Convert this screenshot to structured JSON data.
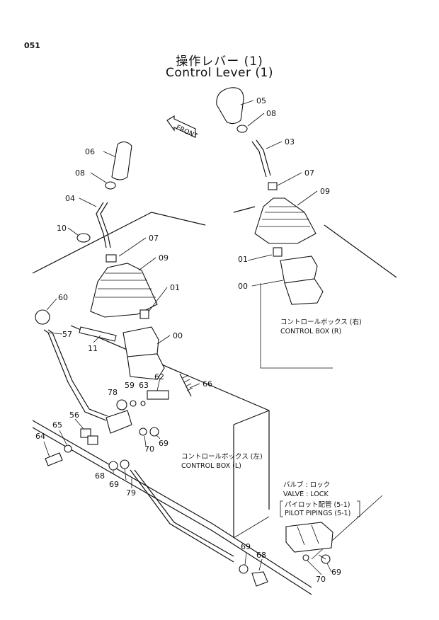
{
  "page_number": "051",
  "title_jp": "操作レバー  (1)",
  "title_en": "Control Lever (1)",
  "front_label": "FRONT",
  "notes": {
    "box_r_jp": "コントロールボックス (右)",
    "box_r_en": "CONTROL BOX (R)",
    "box_l_jp": "コントロールボックス (左)",
    "box_l_en": "CONTROL BOX (L)",
    "valve_jp": "バルブ : ロック",
    "valve_en": "VALVE : LOCK",
    "pilot_jp": "パイロット配管 (5-1)",
    "pilot_en": "PILOT PIPINGS (5-1)"
  },
  "callouts": [
    {
      "id": "r05",
      "text": "05"
    },
    {
      "id": "r08",
      "text": "08"
    },
    {
      "id": "r03",
      "text": "03"
    },
    {
      "id": "r07",
      "text": "07"
    },
    {
      "id": "r09",
      "text": "09"
    },
    {
      "id": "r01",
      "text": "01"
    },
    {
      "id": "r00",
      "text": "00"
    },
    {
      "id": "l06",
      "text": "06"
    },
    {
      "id": "l08",
      "text": "08"
    },
    {
      "id": "l04",
      "text": "04"
    },
    {
      "id": "l10",
      "text": "10"
    },
    {
      "id": "l07",
      "text": "07"
    },
    {
      "id": "l09",
      "text": "09"
    },
    {
      "id": "l01",
      "text": "01"
    },
    {
      "id": "l00",
      "text": "00"
    },
    {
      "id": "l11",
      "text": "11"
    },
    {
      "id": "c60",
      "text": "60"
    },
    {
      "id": "c57",
      "text": "57"
    },
    {
      "id": "c62",
      "text": "62"
    },
    {
      "id": "c66",
      "text": "66"
    },
    {
      "id": "c78",
      "text": "78"
    },
    {
      "id": "c59",
      "text": "59"
    },
    {
      "id": "c63",
      "text": "63"
    },
    {
      "id": "c56",
      "text": "56"
    },
    {
      "id": "c65",
      "text": "65"
    },
    {
      "id": "c64",
      "text": "64"
    },
    {
      "id": "c68a",
      "text": "68"
    },
    {
      "id": "c69a",
      "text": "69"
    },
    {
      "id": "c70a",
      "text": "70"
    },
    {
      "id": "c69b",
      "text": "69"
    },
    {
      "id": "c79",
      "text": "79"
    },
    {
      "id": "c69c",
      "text": "69"
    },
    {
      "id": "c68b",
      "text": "68"
    },
    {
      "id": "c70b",
      "text": "70"
    },
    {
      "id": "c69d",
      "text": "69"
    }
  ]
}
